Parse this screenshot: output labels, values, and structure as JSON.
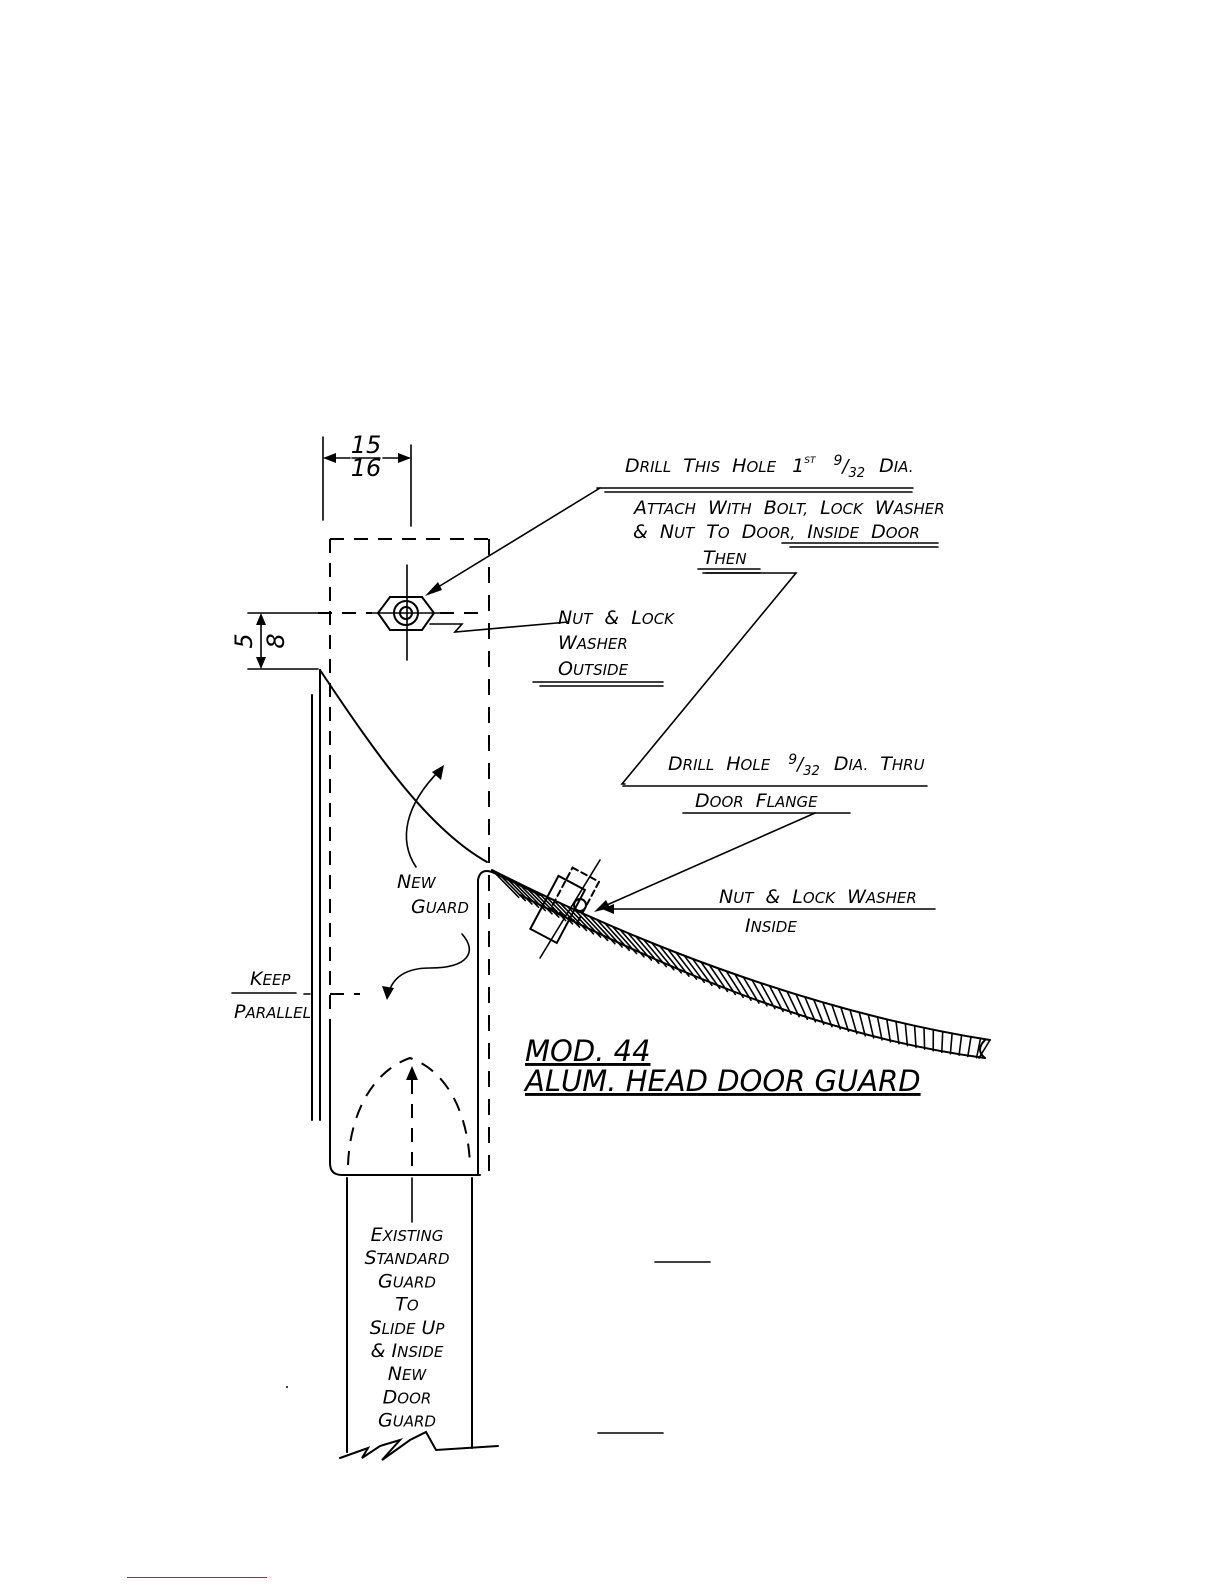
{
  "title": {
    "line1": "MOD. 44",
    "line2": "ALUM. HEAD DOOR GUARD"
  },
  "dimensions": {
    "width_num": "15",
    "width_den": "16",
    "height_num": "5",
    "height_den": "8"
  },
  "labels": {
    "drill_first": {
      "a_cap": "D",
      "a_sc": "RILL",
      "b_cap": "T",
      "b_sc": "HIS",
      "c_cap": "H",
      "c_sc": "OLE",
      "d": "1",
      "d_sup": "ST",
      "frac_num": "9",
      "frac_den": "32",
      "e_cap": "D",
      "e_sc": "IA."
    },
    "attach_line1": {
      "a_cap": "A",
      "a_sc": "TTACH",
      "b_cap": "W",
      "b_sc": "ITH",
      "c_cap": "B",
      "c_sc": "OLT,",
      "d_cap": "L",
      "d_sc": "OCK",
      "e_cap": "W",
      "e_sc": "ASHER"
    },
    "attach_line2": {
      "amp": "&",
      "a_cap": "N",
      "a_sc": "UT",
      "b_cap": "T",
      "b_sc": "O",
      "c_cap": "D",
      "c_sc": "OOR,",
      "d_cap": "I",
      "d_sc": "NSIDE",
      "e_cap": "D",
      "e_sc": "OOR"
    },
    "then": {
      "cap": "T",
      "sc": "HEN"
    },
    "nut_outside": {
      "l1_a_cap": "N",
      "l1_a_sc": "UT",
      "l1_amp": "&",
      "l1_b_cap": "L",
      "l1_b_sc": "OCK",
      "l2_cap": "W",
      "l2_sc": "ASHER",
      "l3_cap": "O",
      "l3_sc": "UTSIDE"
    },
    "drill_thru": {
      "a_cap": "D",
      "a_sc": "RILL",
      "b_cap": "H",
      "b_sc": "OLE",
      "frac_num": "9",
      "frac_den": "32",
      "c_cap": "D",
      "c_sc": "IA.",
      "d_cap": "T",
      "d_sc": "HRU"
    },
    "door_flange": {
      "a_cap": "D",
      "a_sc": "OOR",
      "b_cap": "F",
      "b_sc": "LANGE"
    },
    "nut_inside": {
      "a_cap": "N",
      "a_sc": "UT",
      "amp": "&",
      "b_cap": "L",
      "b_sc": "OCK",
      "c_cap": "W",
      "c_sc": "ASHER",
      "l2_cap": "I",
      "l2_sc": "NSIDE"
    },
    "new_guard": {
      "l1_cap": "N",
      "l1_sc": "EW",
      "l2_cap": "G",
      "l2_sc": "UARD"
    },
    "keep_parallel": {
      "l1_cap": "K",
      "l1_sc": "EEP",
      "l2_cap": "P",
      "l2_sc": "ARALLEL"
    },
    "existing": [
      {
        "cap": "E",
        "sc": "XISTING"
      },
      {
        "cap": "S",
        "sc": "TANDARD"
      },
      {
        "cap": "G",
        "sc": "UARD"
      },
      {
        "cap": "T",
        "sc": "O"
      },
      {
        "cap": "S",
        "sc": "LIDE",
        "cap2": "U",
        "sc2": "P"
      },
      {
        "cap": "&",
        "sc": "",
        "cap2": "I",
        "sc2": "NSIDE"
      },
      {
        "cap": "N",
        "sc": "EW"
      },
      {
        "cap": "D",
        "sc": "OOR"
      },
      {
        "cap": "G",
        "sc": "UARD"
      }
    ]
  }
}
